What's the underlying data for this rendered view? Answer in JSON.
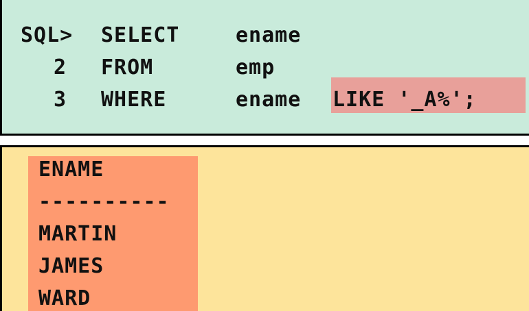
{
  "query": {
    "line1": {
      "num": "SQL>",
      "clause": "SELECT",
      "expr": "ename"
    },
    "line2": {
      "num": "2",
      "clause": "FROM",
      "expr": "emp"
    },
    "line3": {
      "num": "3",
      "clause": "WHERE",
      "expr": "ename",
      "condition": "LIKE '_A%';"
    }
  },
  "result": {
    "column_header": "ENAME",
    "separator": "----------",
    "rows": [
      "MARTIN",
      "JAMES",
      "WARD"
    ]
  },
  "colors": {
    "sql_panel_bg": "#c9ebdb",
    "result_panel_bg": "#fde49b",
    "like_highlight": "#e8a09a",
    "column_highlight": "#fe9a70"
  }
}
